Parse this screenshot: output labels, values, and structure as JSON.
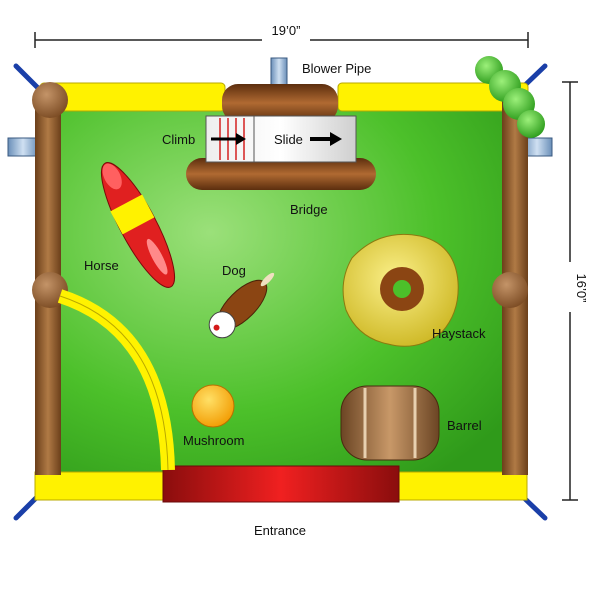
{
  "dimensions": {
    "width_label": "19’0”",
    "height_label": "16’0”"
  },
  "labels": {
    "blower_pipe": "Blower Pipe",
    "climb": "Climb",
    "slide": "Slide",
    "bridge": "Bridge",
    "horse": "Horse",
    "dog": "Dog",
    "haystack": "Haystack",
    "mushroom": "Mushroom",
    "barrel": "Barrel",
    "entrance": "Entrance"
  },
  "colors": {
    "floor": "#4cc02a",
    "wall_yellow": "#fff200",
    "post_brown": "#8b5a2b",
    "entrance_red": "#d41a1a",
    "anchor_blue": "#1a3fa8",
    "bridge_brown": "#8a4a1a"
  }
}
